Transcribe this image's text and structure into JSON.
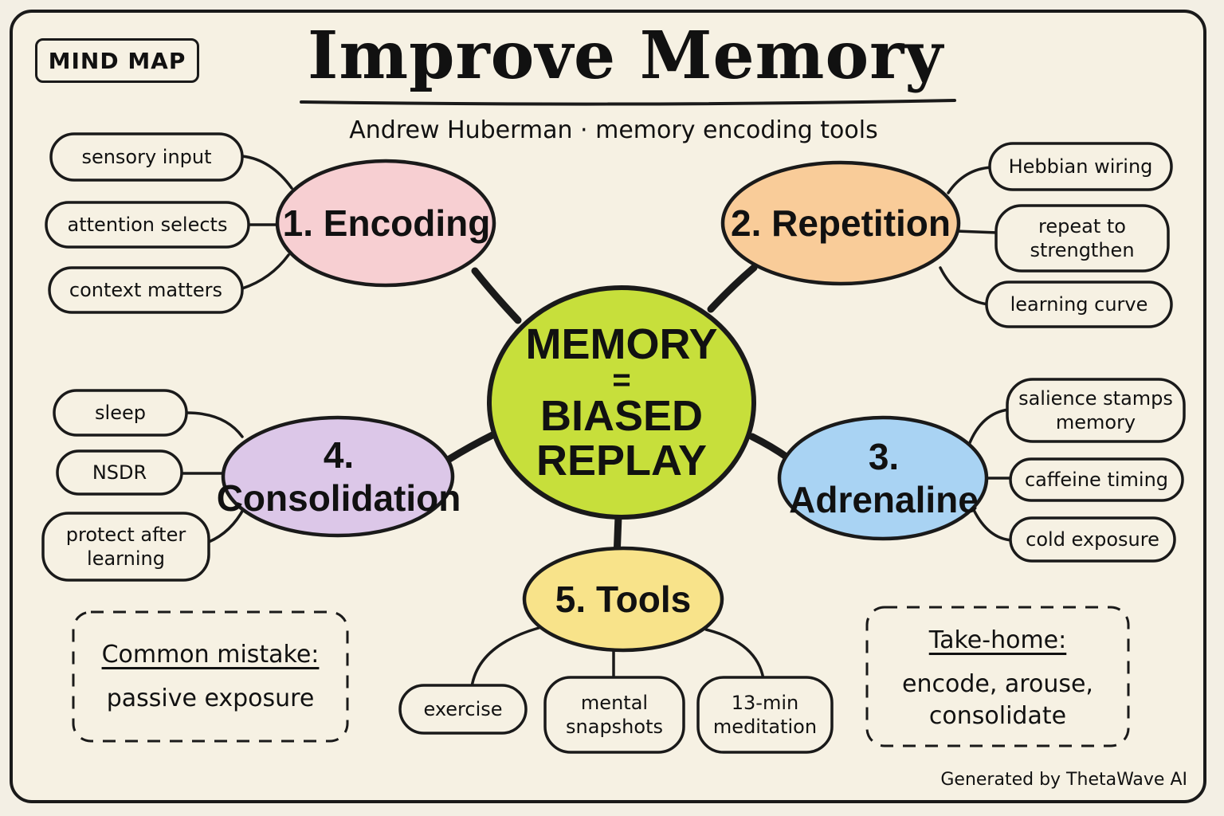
{
  "tag_label": "MIND MAP",
  "title": "Improve Memory",
  "subtitle": "Andrew Huberman · memory encoding tools",
  "center": {
    "line1": "MEMORY",
    "line2": "=",
    "line3": "BIASED",
    "line4": "REPLAY",
    "color": "#c7df3b"
  },
  "branches": [
    {
      "label": "1. Encoding",
      "color": "#f7cfd2",
      "items": [
        "sensory input",
        "attention selects",
        "context matters"
      ]
    },
    {
      "label": "2. Repetition",
      "color": "#f9cc99",
      "items": [
        "Hebbian wiring",
        "repeat to strengthen",
        "learning curve"
      ]
    },
    {
      "label": "3. Adrenaline",
      "color": "#a9d3f3",
      "items": [
        "salience stamps memory",
        "caffeine timing",
        "cold exposure"
      ]
    },
    {
      "label": "4. Consolidation",
      "color": "#dcc7e8",
      "items": [
        "sleep",
        "NSDR",
        "protect after learning"
      ]
    },
    {
      "label": "5. Tools",
      "color": "#f8e38a",
      "items": [
        "exercise",
        "mental snapshots",
        "13-min meditation"
      ]
    }
  ],
  "notes": {
    "mistake_heading": "Common mistake:",
    "mistake_body": "passive exposure",
    "takehome_heading": "Take-home:",
    "takehome_body": "encode, arouse, consolidate"
  },
  "footer": "Generated by ThetaWave AI"
}
